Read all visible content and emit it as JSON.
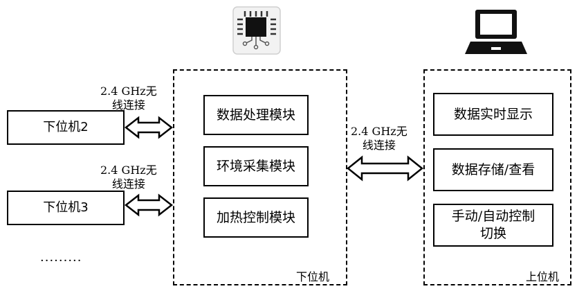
{
  "left_devices": [
    {
      "label": "下位机2"
    },
    {
      "label": "下位机3"
    }
  ],
  "ellipsis": "·········",
  "wireless_labels": [
    {
      "line1": "2.4 GHz无",
      "line2": "线连接"
    },
    {
      "line1": "2.4 GHz无",
      "line2": "线连接"
    },
    {
      "line1": "2.4 GHz无",
      "line2": "线连接"
    }
  ],
  "lower_machine": {
    "title": "下位机",
    "modules": [
      "数据处理模块",
      "环境采集模块",
      "加热控制模块"
    ]
  },
  "upper_machine": {
    "title": "上位机",
    "modules": [
      {
        "line1": "数据实时显示",
        "line2": ""
      },
      {
        "line1": "数据存储/查看",
        "line2": ""
      },
      {
        "line1": "手动/自动控制",
        "line2": "切换"
      }
    ]
  },
  "icons": {
    "chip": "microcontroller-chip-icon",
    "laptop": "laptop-icon"
  }
}
